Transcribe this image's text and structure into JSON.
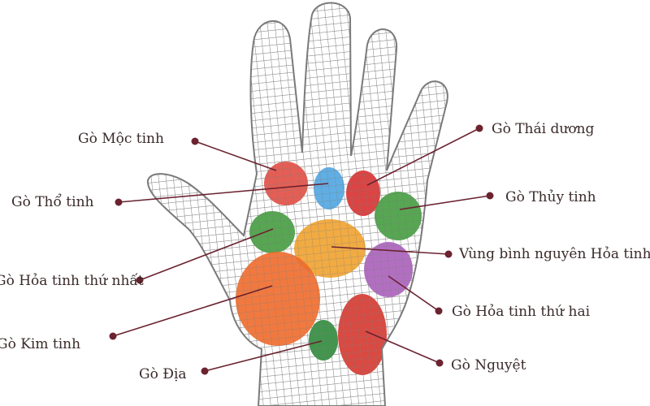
{
  "colors": {
    "mesh": "#8a8a8a",
    "outline": "#7a7a7a",
    "leader": "#6b2330",
    "dot": "#6b2330",
    "text": "#3a2a2a"
  },
  "labels": {
    "moc": "Gò Mộc tinh",
    "tho": "Gò Thổ tinh",
    "hoa1": "Gò Hỏa tinh thứ nhất",
    "kim": "Gò Kim tinh",
    "dia": "Gò Địa",
    "thaiduong": "Gò Thái dương",
    "thuy": "Gò Thủy tinh",
    "vung": "Vùng bình nguyên Hỏa tinh",
    "hoa2": "Gò Hỏa tinh thứ hai",
    "nguyet": "Gò Nguyệt"
  },
  "regions": {
    "moc": "#e0483d",
    "tho": "#4aa3e0",
    "thaiduong": "#d62a2a",
    "thuy": "#3f9a3a",
    "hoa1": "#3f9a3a",
    "vung": "#f0a22e",
    "hoa2": "#a75bb8",
    "kim": "#ef6a2a",
    "dia": "#2e8a3a",
    "nguyet": "#d5362e"
  }
}
